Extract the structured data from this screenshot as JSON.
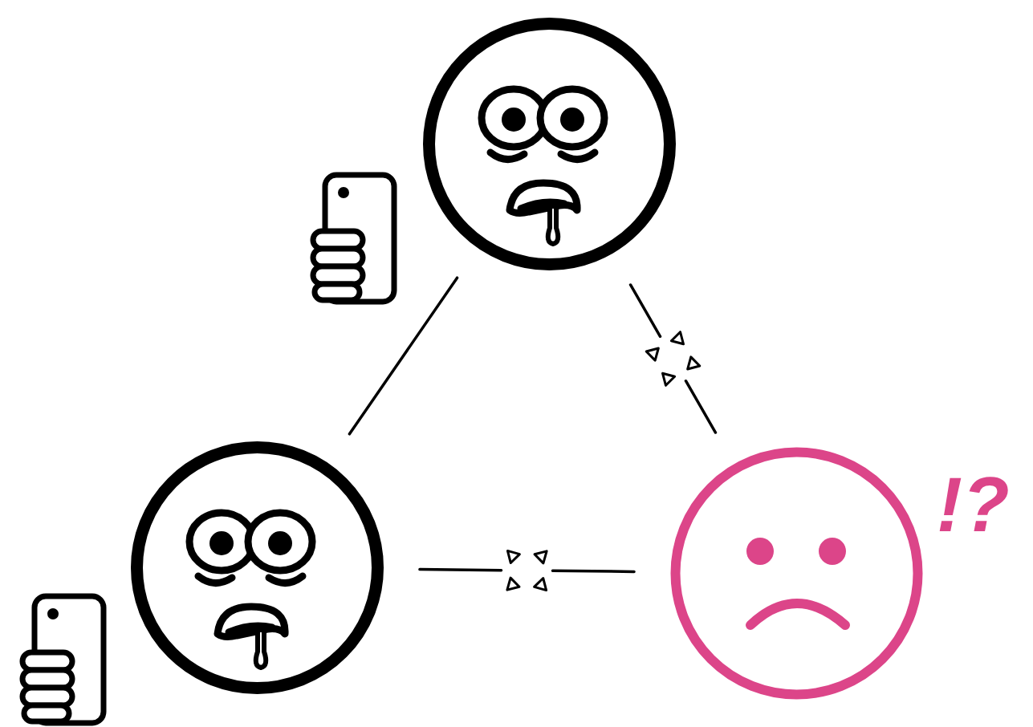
{
  "diagram": {
    "nodes": [
      {
        "text": []
      },
      {
        "text": []
      },
      {
        "text": [
          "!?"
        ]
      }
    ],
    "edges": [
      {
        "from": 0,
        "to": 1,
        "arrow": "none"
      },
      {
        "from": 0,
        "to": 2,
        "arrow": "none"
      },
      {
        "from": 1,
        "to": 2,
        "arrow": "none"
      }
    ]
  }
}
